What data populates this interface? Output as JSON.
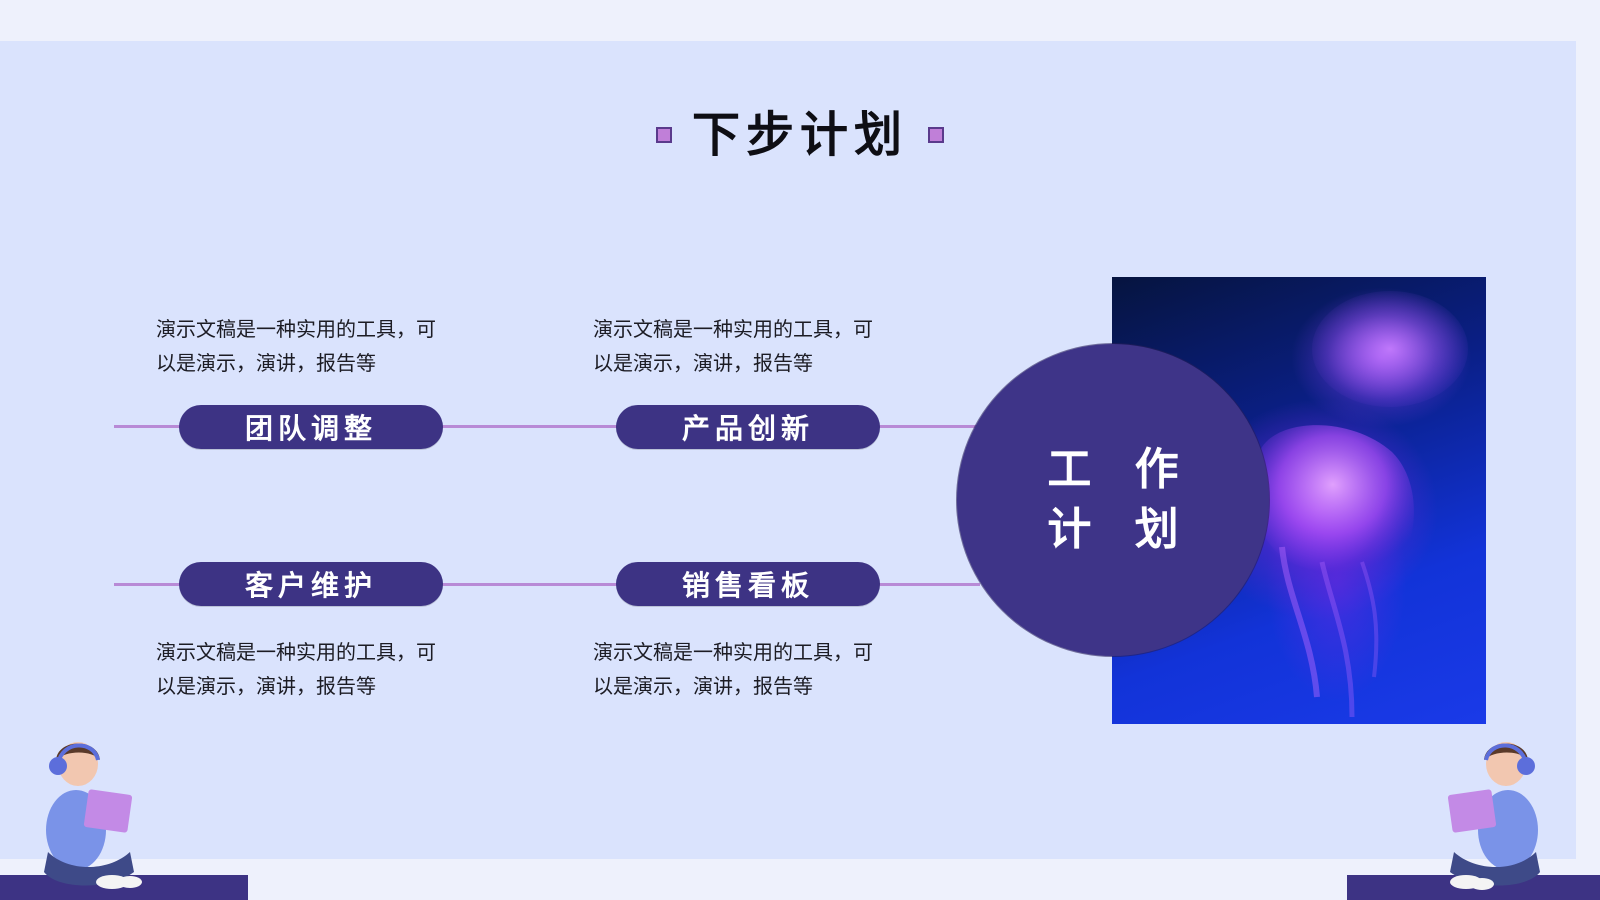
{
  "slide": {
    "title": "下步计划",
    "center_circle": {
      "line1": "工 作",
      "line2": "计 划"
    },
    "items": [
      {
        "label": "团队调整",
        "desc_line1": "演示文稿是一种实用的工具，可",
        "desc_line2": "以是演示，演讲，报告等"
      },
      {
        "label": "产品创新",
        "desc_line1": "演示文稿是一种实用的工具，可",
        "desc_line2": "以是演示，演讲，报告等"
      },
      {
        "label": "客户维护",
        "desc_line1": "演示文稿是一种实用的工具，可",
        "desc_line2": "以是演示，演讲，报告等"
      },
      {
        "label": "销售看板",
        "desc_line1": "演示文稿是一种实用的工具，可",
        "desc_line2": "以是演示，演讲，报告等"
      }
    ]
  },
  "icons": {
    "title_left": "square-icon",
    "title_right": "square-icon",
    "bottom_left": "student-laptop-illustration",
    "bottom_right": "student-laptop-illustration",
    "photo": "jellyfish-photo"
  },
  "colors": {
    "page_background": "#EEF1FC",
    "panel_background": "#DAE3FD",
    "pill": "#3D3384",
    "circle": "#3E3488",
    "accent_square": "#C07FD8",
    "connector": "#B88AD6"
  }
}
